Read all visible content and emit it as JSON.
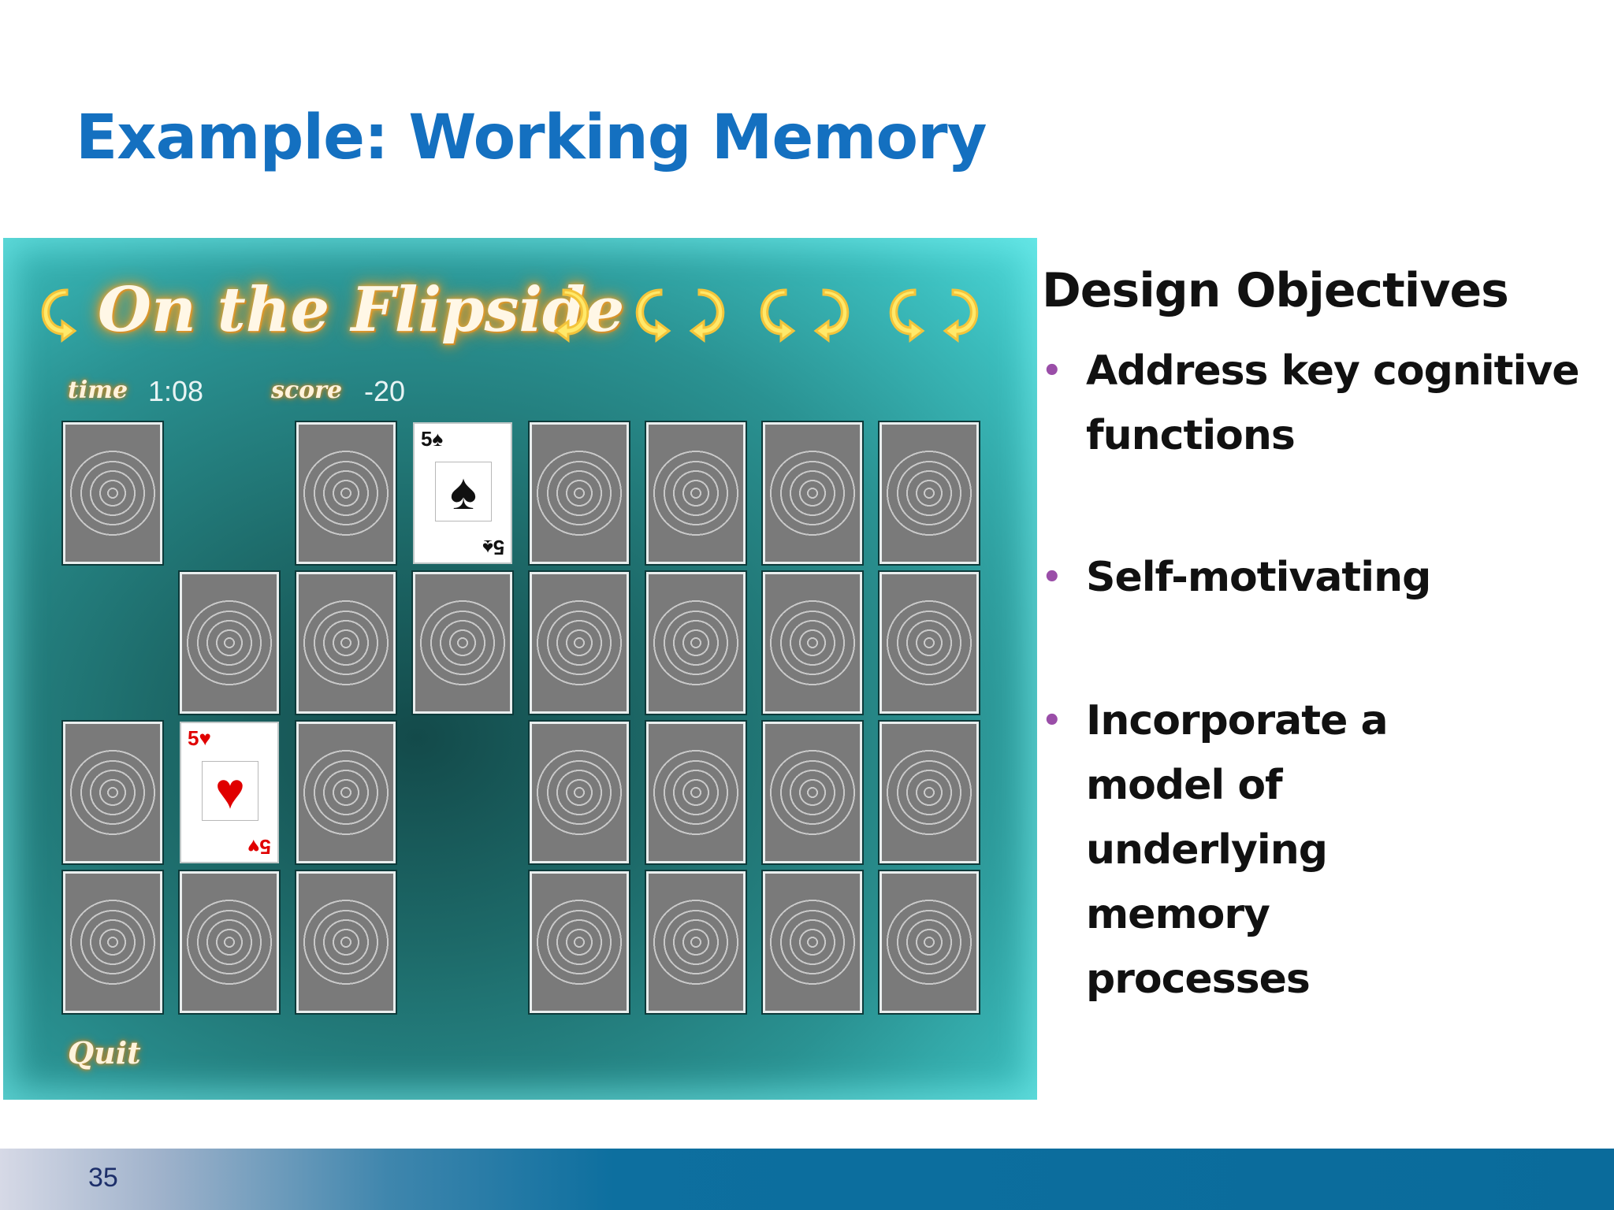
{
  "slide": {
    "title": "Example:  Working Memory",
    "page_number": "35"
  },
  "game": {
    "logo_text": "On the Flipside",
    "time_label": "time",
    "time_value": "1:08",
    "score_label": "score",
    "score_value": "-20",
    "quit_label": "Quit",
    "revealed_cards": [
      {
        "rank": "5",
        "suit": "♠",
        "color": "#111111"
      },
      {
        "rank": "5",
        "suit": "♥",
        "color": "#e00000"
      }
    ]
  },
  "objectives": {
    "heading": "Design Objectives",
    "items": [
      "Address  key cognitive functions",
      "Self-motivating",
      "Incorporate a model of underlying memory processes"
    ]
  },
  "colors": {
    "title_blue": "#1470c0",
    "bullet_purple": "#9a4ea8",
    "footer_blue": "#0a6b9b"
  }
}
